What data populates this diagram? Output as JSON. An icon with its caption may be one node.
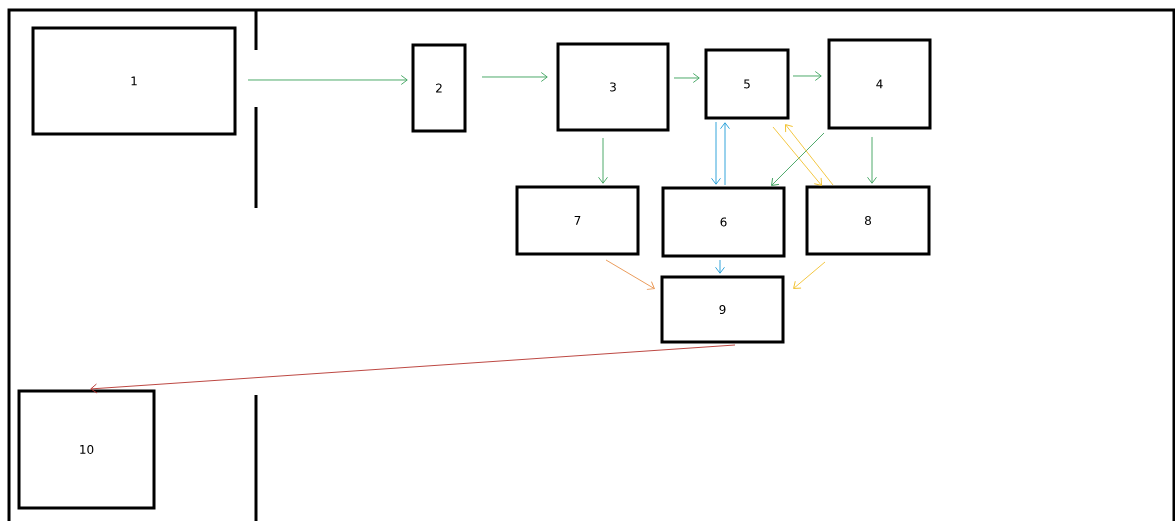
{
  "diagram": {
    "nodes": [
      {
        "text": [
          "1"
        ]
      },
      {
        "text": [
          "2"
        ]
      },
      {
        "text": [
          "3"
        ]
      },
      {
        "text": [
          "5"
        ]
      },
      {
        "text": [
          "4"
        ]
      },
      {
        "text": [
          "7"
        ]
      },
      {
        "text": [
          "6"
        ]
      },
      {
        "text": [
          "8"
        ]
      },
      {
        "text": [
          "9"
        ]
      },
      {
        "text": [
          "10"
        ]
      }
    ],
    "edges": [
      {
        "from": 0,
        "to": 1,
        "arrow": "to"
      },
      {
        "from": 1,
        "to": 2,
        "arrow": "to"
      },
      {
        "from": 2,
        "to": 3,
        "arrow": "to"
      },
      {
        "from": 3,
        "to": 4,
        "arrow": "to"
      },
      {
        "from": 2,
        "to": 5,
        "arrow": "to"
      },
      {
        "from": 3,
        "to": 6,
        "arrow": "to",
        "color": "#1e9bd7"
      },
      {
        "from": 6,
        "to": 3,
        "arrow": "to",
        "color": "#1e9bd7"
      },
      {
        "from": 4,
        "to": 6,
        "arrow": "to"
      },
      {
        "from": 3,
        "to": 7,
        "arrow": "to",
        "color": "#f2c12e"
      },
      {
        "from": 7,
        "to": 3,
        "arrow": "to",
        "color": "#f2c12e"
      },
      {
        "from": 4,
        "to": 7,
        "arrow": "to"
      },
      {
        "from": 5,
        "to": 8,
        "arrow": "to",
        "color": "#e8914a"
      },
      {
        "from": 6,
        "to": 8,
        "arrow": "to",
        "color": "#1e9bd7"
      },
      {
        "from": 7,
        "to": 8,
        "arrow": "to",
        "color": "#f2c12e"
      },
      {
        "from": 8,
        "to": 9,
        "arrow": "to",
        "color": "#b5332e"
      }
    ]
  }
}
